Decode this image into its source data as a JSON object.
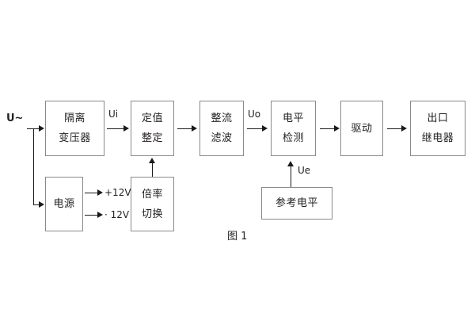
{
  "figure": {
    "caption": "图 1",
    "input_label": "U~",
    "signal_labels": {
      "ui": "Ui",
      "uo": "Uo",
      "ue": "Ue"
    },
    "supply_rails": {
      "positive": "+12V",
      "negative": "· 12V"
    },
    "colors": {
      "box_border": "#8a8a8a",
      "line": "#1a1a1a",
      "text": "#231f20",
      "background": "#ffffff"
    }
  },
  "blocks": [
    {
      "id": "isolation-transformer",
      "lines": [
        "隔离",
        "变压器"
      ]
    },
    {
      "id": "setting-value",
      "lines": [
        "定值",
        "整定"
      ]
    },
    {
      "id": "rectify-filter",
      "lines": [
        "整流",
        "滤波"
      ]
    },
    {
      "id": "level-detection",
      "lines": [
        "电平",
        "检测"
      ]
    },
    {
      "id": "drive",
      "lines": [
        "驱动"
      ]
    },
    {
      "id": "output-relay",
      "lines": [
        "出口",
        "继电器"
      ]
    },
    {
      "id": "power-supply",
      "lines": [
        "电源"
      ]
    },
    {
      "id": "multiplier-switch",
      "lines": [
        "倍率",
        "切换"
      ]
    },
    {
      "id": "reference-level",
      "lines": [
        "参考电平"
      ]
    }
  ]
}
